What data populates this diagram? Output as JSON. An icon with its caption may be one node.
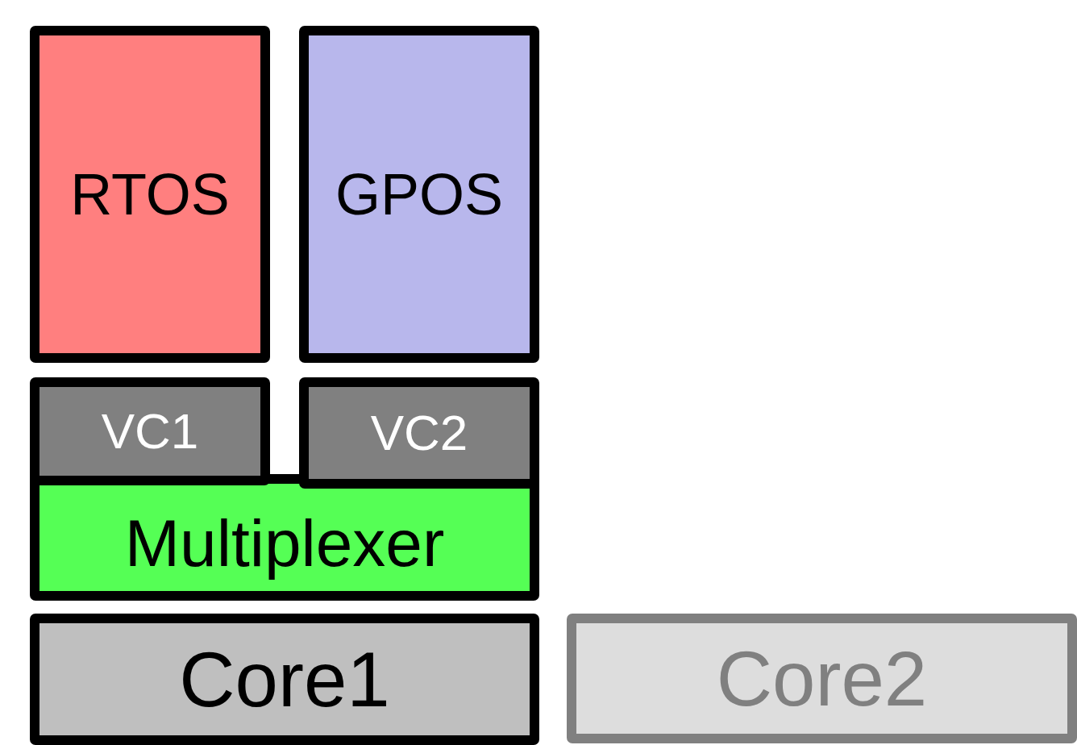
{
  "diagram": {
    "nodes": [
      {
        "text": [
          "RTOS"
        ]
      },
      {
        "text": [
          "GPOS"
        ]
      },
      {
        "text": [
          "VC1"
        ]
      },
      {
        "text": [
          "VC2"
        ]
      },
      {
        "text": [
          "Multiplexer"
        ]
      },
      {
        "text": [
          "Core1"
        ]
      },
      {
        "text": [
          "Core2"
        ]
      }
    ]
  }
}
